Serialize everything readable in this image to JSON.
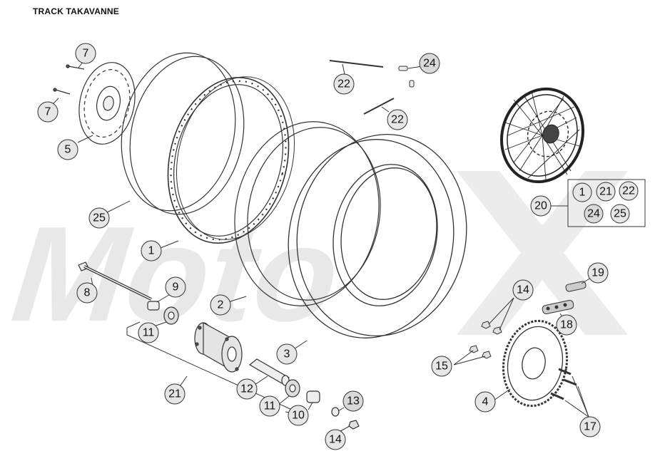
{
  "header": {
    "title": "TRACK TAKAVANNE"
  },
  "watermark": {
    "text": "Moto",
    "accent_color": "#c9c9c9"
  },
  "callouts": [
    {
      "id": "c7a",
      "label": "7"
    },
    {
      "id": "c7b",
      "label": "7"
    },
    {
      "id": "c5",
      "label": "5"
    },
    {
      "id": "c25",
      "label": "25"
    },
    {
      "id": "c1",
      "label": "1"
    },
    {
      "id": "c8",
      "label": "8"
    },
    {
      "id": "c9",
      "label": "9"
    },
    {
      "id": "c11a",
      "label": "11"
    },
    {
      "id": "c2",
      "label": "2"
    },
    {
      "id": "c3",
      "label": "3"
    },
    {
      "id": "c21",
      "label": "21"
    },
    {
      "id": "c12",
      "label": "12"
    },
    {
      "id": "c11b",
      "label": "11"
    },
    {
      "id": "c10",
      "label": "10"
    },
    {
      "id": "c13",
      "label": "13"
    },
    {
      "id": "c14a",
      "label": "14"
    },
    {
      "id": "c22a",
      "label": "22"
    },
    {
      "id": "c22b",
      "label": "22"
    },
    {
      "id": "c24",
      "label": "24"
    },
    {
      "id": "c20",
      "label": "20"
    },
    {
      "id": "c14b",
      "label": "14"
    },
    {
      "id": "c15",
      "label": "15"
    },
    {
      "id": "c18",
      "label": "18"
    },
    {
      "id": "c19",
      "label": "19"
    },
    {
      "id": "c4",
      "label": "4"
    },
    {
      "id": "c17",
      "label": "17"
    }
  ],
  "kit_box": {
    "items": [
      {
        "id": "k1",
        "label": "1"
      },
      {
        "id": "k21",
        "label": "21"
      },
      {
        "id": "k22",
        "label": "22"
      },
      {
        "id": "k24",
        "label": "24"
      },
      {
        "id": "k25",
        "label": "25"
      }
    ]
  },
  "colors": {
    "line": "#333333",
    "callout_fill": "#e6e6e6",
    "highlight_fill": "#d9d9d9"
  }
}
